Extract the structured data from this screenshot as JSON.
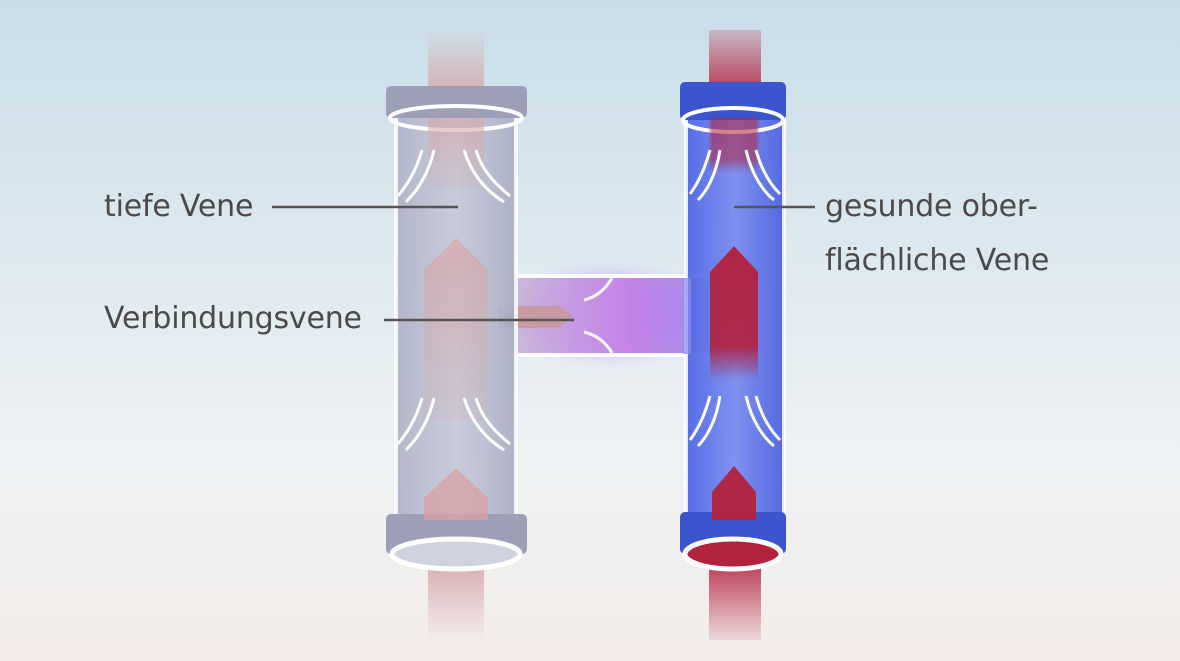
{
  "labels": {
    "deep_vein": "tiefe Vene",
    "connecting_vein": "Verbindungsvene",
    "superficial_vein_line1": "gesunde ober-",
    "superficial_vein_line2": "flächliche Vene"
  },
  "colors": {
    "background_top": "#c9dde8",
    "background_bottom": "#f3ece9",
    "deep_vein_body": "#b9bdcf",
    "deep_vein_ring": "#9c9fb6",
    "superficial_vein_body": "#5f74e8",
    "superficial_vein_ring": "#3b55cf",
    "blood_faded": "#d6a3a6",
    "blood_red": "#b3213c",
    "connector_glow": "#c27ae8",
    "leader_line": "#555555"
  }
}
